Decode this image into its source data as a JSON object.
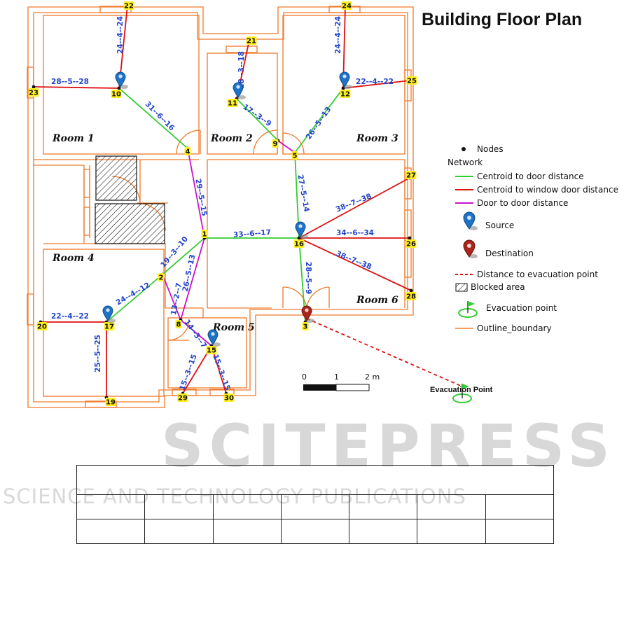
{
  "title": "Building Floor Plan",
  "rooms": [
    "Room 1",
    "Room 2",
    "Room 3",
    "Room 4",
    "Room 5",
    "Room 6"
  ],
  "nodes": [
    "1",
    "2",
    "3",
    "4",
    "5",
    "8",
    "9",
    "10",
    "11",
    "12",
    "15",
    "16",
    "17",
    "19",
    "20",
    "21",
    "22",
    "23",
    "24",
    "25",
    "26",
    "27",
    "28",
    "29",
    "30"
  ],
  "edge_labels": {
    "centroid_door": [
      "31--6--16",
      "26--5--13",
      "27--5--14",
      "33--6--17",
      "28--5--9",
      "19--3--10",
      "24--4--12",
      "25--5--25",
      "17--3--9"
    ],
    "centroid_window": [
      "24--4--24",
      "28--5--28",
      "18--3--18",
      "24--4--24",
      "22--4--22",
      "38--7--38",
      "34--6--34",
      "38--7--38",
      "22--4--22",
      "15--3--15",
      "15--3--15"
    ],
    "door_door": [
      "29--5--15",
      "26--5--13",
      "13--2--7",
      "14--3--7"
    ]
  },
  "legend": {
    "nodes": "Nodes",
    "network": "Network",
    "centroid_door": "Centroid to door distance",
    "centroid_window": "Centroid to window door distance",
    "door_door": "Door to door distance",
    "source": "Source",
    "destination": "Destination",
    "evac_distance": "Distance to evacuation point",
    "blocked": "Blocked area",
    "evac_point": "Evacuation point",
    "outline": "Outline_boundary"
  },
  "evacuation_label": "Evacuation Point",
  "scale_bar": {
    "labels": [
      "0",
      "1",
      "2 m"
    ]
  },
  "watermark": {
    "main": "SCITEPRESS",
    "sub": "SCIENCE AND TECHNOLOGY PUBLICATIONS"
  },
  "colors": {
    "outline": "#f07a2a",
    "centroid_door": "#33cc33",
    "centroid_window": "#dd1111",
    "door_door": "#cc11cc",
    "edge_label": "#2244cc",
    "node_badge": "#ffee22",
    "source_pin": "#1e73c8",
    "destination_pin": "#a8261c"
  }
}
